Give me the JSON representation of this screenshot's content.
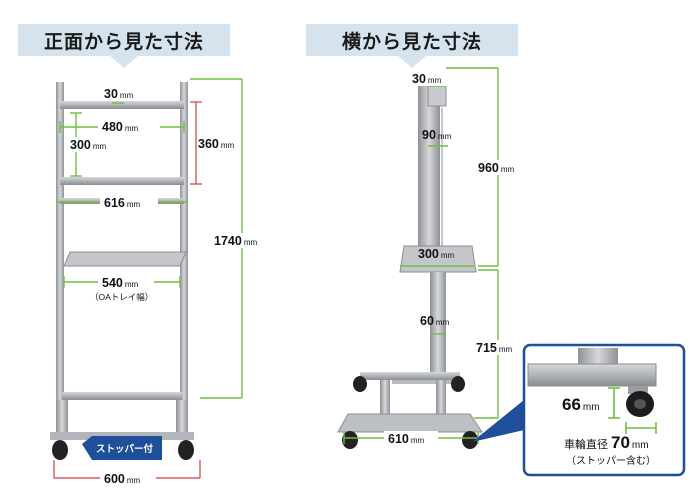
{
  "front": {
    "title": "正面から見た寸法",
    "dims": {
      "top_bar": "30",
      "inner_width": "480",
      "inner_height": "300",
      "panel_height": "360",
      "mid_width": "616",
      "total_height": "1740",
      "tray_width": "540",
      "tray_note": "（OAトレイ幅）",
      "base_width": "600"
    },
    "unit": "mm",
    "stopper_tag": "ストッパー付"
  },
  "side": {
    "title": "横から見た寸法",
    "dims": {
      "top": "30",
      "upper": "90",
      "upper_height": "960",
      "tray": "300",
      "post": "60",
      "lower_height": "715",
      "base": "610"
    },
    "unit": "mm"
  },
  "inset": {
    "height_value": "66",
    "wheel_label": "車輪直径",
    "wheel_value": "70",
    "wheel_note": "（ストッパー含む）",
    "unit": "mm"
  },
  "colors": {
    "frame": "#a3a6ab",
    "frame_dark": "#7e8186",
    "dim_green": "#6fbf3f",
    "dim_red": "#d43b3b",
    "inset_border": "#1f4f9a",
    "stopper_bg": "#1f4f9a",
    "caster": "#222222"
  }
}
